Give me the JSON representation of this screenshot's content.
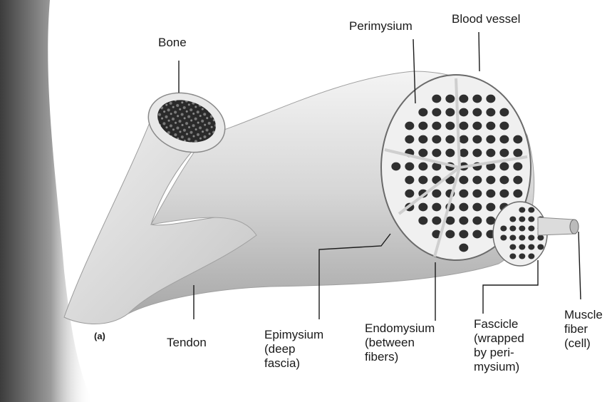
{
  "figure": {
    "panel_letter": "(a)",
    "labels": {
      "bone": "Bone",
      "perimysium": "Perimysium",
      "blood_vessel": "Blood vessel",
      "tendon": "Tendon",
      "epimysium": "Epimysium\n(deep\nfascia)",
      "endomysium": "Endomysium\n(between\nfibers)",
      "fascicle": "Fascicle\n(wrapped\nby peri-\nmysium)",
      "muscle_fiber": "Muscle\nfiber\n(cell)"
    }
  }
}
